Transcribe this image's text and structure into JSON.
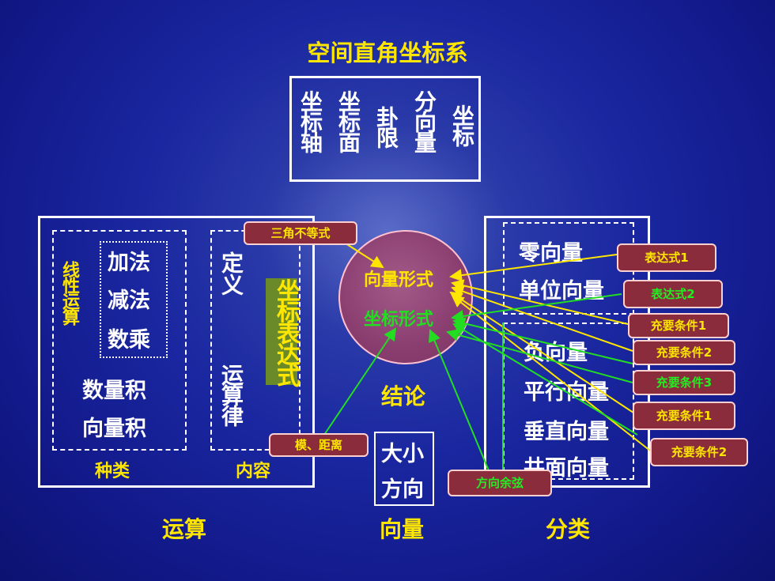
{
  "title": "空间直角坐标系",
  "top_box": [
    "坐标轴",
    "坐标面",
    "卦限",
    "分向量",
    "坐标"
  ],
  "operation": {
    "linear_ops": "线性运算",
    "basic": [
      "加法",
      "减法",
      "数乘"
    ],
    "products": [
      "数量积",
      "向量积"
    ],
    "kinds_label": "种类",
    "definition": "定义",
    "laws": "运算律",
    "coord_expr": "坐标表达式",
    "content_label": "内容",
    "section_label": "运算"
  },
  "center": {
    "vector_form": "向量形式",
    "coord_form": "坐标形式",
    "conclusion": "结论"
  },
  "vector": {
    "magnitude": "大小",
    "direction": "方向",
    "section_label": "向量"
  },
  "classification": {
    "items_top": [
      "零向量",
      "单位向量"
    ],
    "items_bottom": [
      "负向量",
      "平行向量",
      "垂直向量",
      "共面向量"
    ],
    "section_label": "分类"
  },
  "callouts": {
    "triangle": "三角不等式",
    "modulus": "模、距离",
    "direction_cos": "方向余弦",
    "expr1": "表达式1",
    "expr2": "表达式2",
    "cond1a": "充要条件1",
    "cond2a": "充要条件2",
    "cond3": "充要条件3",
    "cond1b": "充要条件1",
    "cond2b": "充要条件2"
  },
  "colors": {
    "yellow": "#ffe600",
    "green": "#22dd22",
    "callout_bg": "#8a2c3c",
    "circle": "#8a3e70"
  }
}
